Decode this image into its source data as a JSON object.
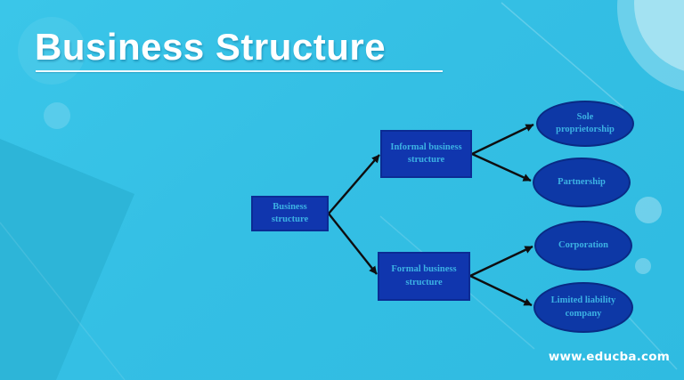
{
  "header": {
    "title": "Business Structure"
  },
  "footer": {
    "site": "www.educba.com"
  },
  "colors": {
    "background": "#34bfe4",
    "background_dark_shape": "#2db5d8",
    "node_fill_rect": "#1036ae",
    "node_fill_ellipse": "#0d38a6",
    "node_border": "#0b2b94",
    "node_text": "#3cb2e4",
    "connector": "#0e0e10",
    "title_text": "#ffffff",
    "footer_text": "#ffffff"
  },
  "diagram": {
    "nodes": {
      "root": {
        "label": "Business structure",
        "shape": "rectangle"
      },
      "informal": {
        "label": "Informal business structure",
        "shape": "rectangle"
      },
      "formal": {
        "label": "Formal business structure",
        "shape": "rectangle"
      },
      "sole": {
        "label": "Sole proprietorship",
        "shape": "ellipse"
      },
      "partnership": {
        "label": "Partnership",
        "shape": "ellipse"
      },
      "corporation": {
        "label": "Corporation",
        "shape": "ellipse"
      },
      "llc": {
        "label": "Limited liability company",
        "shape": "ellipse"
      }
    },
    "edges": [
      {
        "from": "Business structure",
        "to": "Informal business structure"
      },
      {
        "from": "Business structure",
        "to": "Formal business structure"
      },
      {
        "from": "Informal business structure",
        "to": "Sole proprietorship"
      },
      {
        "from": "Informal business structure",
        "to": "Partnership"
      },
      {
        "from": "Formal business structure",
        "to": "Corporation"
      },
      {
        "from": "Formal business structure",
        "to": "Limited liability company"
      }
    ]
  }
}
